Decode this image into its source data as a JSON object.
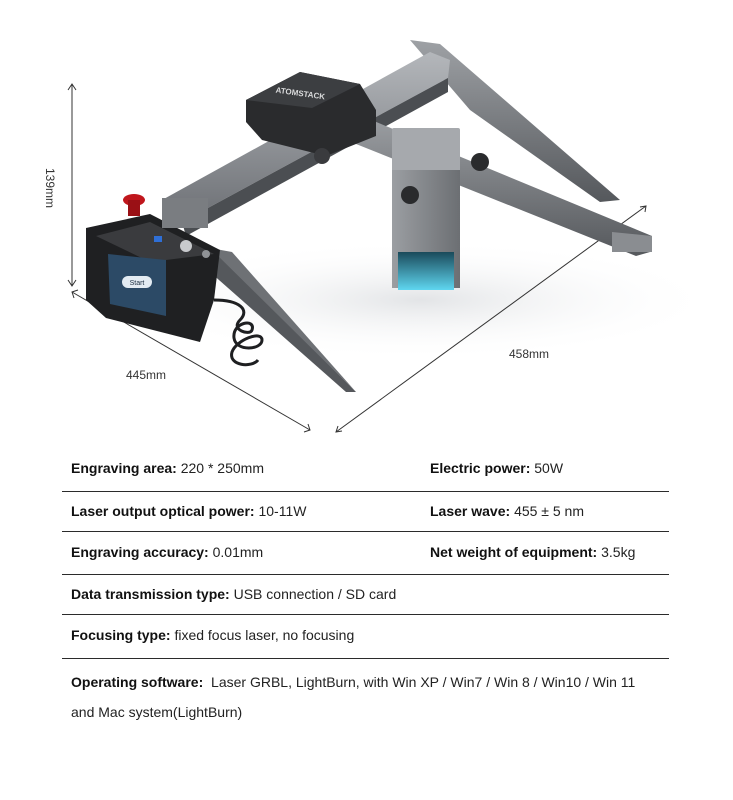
{
  "dimensions": {
    "height": "139mm",
    "width": "445mm",
    "depth": "458mm"
  },
  "device": {
    "brand": "ATOMSTACK",
    "screen_button": "Start"
  },
  "specs": {
    "engraving_area": {
      "label": "Engraving area:",
      "value": "220 * 250mm"
    },
    "electric_power": {
      "label": "Electric power:",
      "value": "50W"
    },
    "laser_output": {
      "label": "Laser output optical power:",
      "value": "10-11W"
    },
    "laser_wave": {
      "label": "Laser wave:",
      "value": "455 ± 5 nm"
    },
    "accuracy": {
      "label": "Engraving accuracy:",
      "value": "0.01mm"
    },
    "net_weight": {
      "label": "Net weight of equipment:",
      "value": "3.5kg"
    },
    "data_transmission": {
      "label": "Data transmission type:",
      "value": "USB connection / SD card"
    },
    "focusing": {
      "label": "Focusing type:",
      "value": "fixed focus laser, no focusing"
    },
    "software": {
      "label": "Operating software:",
      "value": "Laser GRBL, LightBurn, with Win XP / Win7 / Win 8 / Win10 / Win 11",
      "value_line2": "and Mac system(LightBurn)"
    }
  },
  "colors": {
    "frame": "#8a8d91",
    "body_dark": "#2a2b2d",
    "estop": "#c0161c",
    "laser_glow": "#3fc7e6",
    "rule": "#2b2b2b"
  }
}
